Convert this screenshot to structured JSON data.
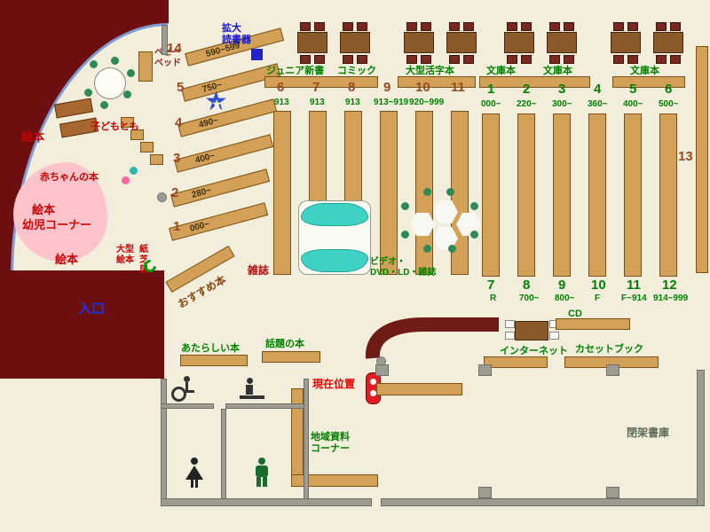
{
  "colors": {
    "outer_wall": "#6d0f0f",
    "shelf": "#d2a157",
    "accent_green": "#008000",
    "accent_red": "#cc0000",
    "accent_blue": "#1536e8",
    "teal_rack": "#3fd1c4",
    "toddler_pink": "#ffc3cb",
    "marker_red": "#e31b23"
  },
  "icons": {
    "star": "★"
  },
  "labels": {
    "kakudai": "拡大\n読書器",
    "top_sections": [
      "ジュニア新書",
      "コミック",
      "大型活字本",
      "文庫本",
      "文庫本",
      "文庫本"
    ],
    "baby_bed": "ベビー\nベッド",
    "kodomo_tomo": "子どもとも",
    "ehon": [
      "絵本",
      "絵本",
      "絵本"
    ],
    "akachan_hon": "赤ちゃんの本",
    "yoji_corner": "幼児コーナー",
    "ogata_ehon": "大型\n絵本",
    "kamishibai": "紙芝居",
    "osusume_hon": "おすすめ本",
    "zasshi": "雑誌",
    "video_area": "ビデオ・\nDVD・LD・雑誌",
    "entrance": "入口",
    "atarashii_hon": "あたらしい本",
    "wadai_hon": "話題の本",
    "current_location": "現在位置",
    "chiiki_shiryo": "地域資料\nコーナー",
    "cd": "CD",
    "internet": "インターネット",
    "cassette_book": "カセットブック",
    "heika_shoko": "閉架書庫",
    "shelf13": "13"
  },
  "shelves": {
    "diagonal": [
      {
        "num": "14",
        "range": "590~599"
      },
      {
        "num": "5",
        "range": "750~"
      },
      {
        "num": "4",
        "range": "490~"
      },
      {
        "num": "3",
        "range": "400~"
      },
      {
        "num": "2",
        "range": "280~"
      },
      {
        "num": "1",
        "range": "000~"
      }
    ],
    "center": [
      {
        "num": "6",
        "code": "913"
      },
      {
        "num": "7",
        "code": "913"
      },
      {
        "num": "8",
        "code": "913"
      },
      {
        "num": "9",
        "code": "913~919"
      },
      {
        "num": "10",
        "code": "920~999"
      },
      {
        "num": "11",
        "code": ""
      }
    ],
    "right_top": [
      {
        "num": "1",
        "code": "000~"
      },
      {
        "num": "2",
        "code": "220~"
      },
      {
        "num": "3",
        "code": "300~"
      },
      {
        "num": "4",
        "code": "360~"
      },
      {
        "num": "5",
        "code": "400~"
      },
      {
        "num": "6",
        "code": "500~"
      }
    ],
    "right_bottom": [
      {
        "num": "7",
        "code": "R"
      },
      {
        "num": "8",
        "code": "700~"
      },
      {
        "num": "9",
        "code": "800~"
      },
      {
        "num": "10",
        "code": "F"
      },
      {
        "num": "11",
        "code": "F~914"
      },
      {
        "num": "12",
        "code": "914~999"
      }
    ]
  }
}
